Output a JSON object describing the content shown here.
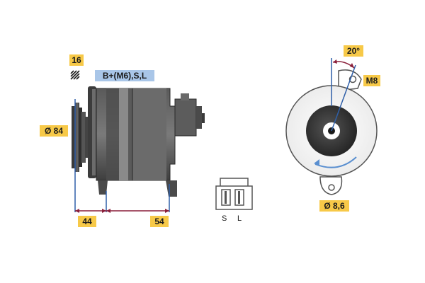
{
  "labels": {
    "sixteen": "16",
    "terminals": "B+(M6),S,L",
    "diameter84": "Ø 84",
    "dim44": "44",
    "dim54": "54",
    "angle20": "20°",
    "m8": "M8",
    "diameter86": "Ø 8,6",
    "plug_s": "S",
    "plug_l": "L"
  },
  "colors": {
    "label_yellow": "#f7c948",
    "label_blue": "#a9c6e8",
    "dimension_blue": "#2f5fa8",
    "dimension_red": "#8a1f3a",
    "body_dark": "#4a4a4a",
    "body_mid": "#6e6e6e",
    "rotation_arrow": "#5a8fd0"
  },
  "icons": {
    "hatch": "hatched-square-icon",
    "rotation": "rotation-arrow-icon"
  }
}
